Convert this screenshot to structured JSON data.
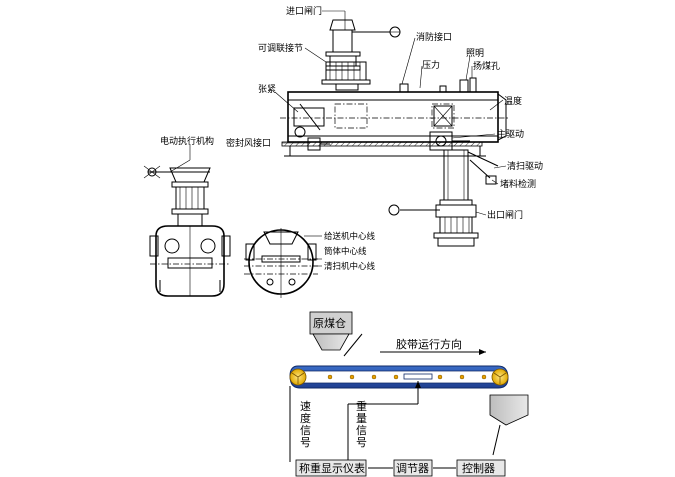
{
  "labels": {
    "inlet_gate": "进口闸门",
    "adjustable_joint": "可调联接节",
    "fire_port": "消防接口",
    "lighting": "照明",
    "pressure": "压力",
    "coal_hole": "扬煤孔",
    "tension": "张紧",
    "temperature": "温度",
    "seal_air_port": "密封风接口",
    "main_drive": "主驱动",
    "cleaning_drive": "清扫驱动",
    "blockage_detect": "堵料检测",
    "electric_actuator": "电动执行机构",
    "outlet_gate": "出口闸门",
    "feeder_centerline": "给送机中心线",
    "cylinder_centerline": "筒体中心线",
    "cleaner_centerline": "清扫机中心线"
  },
  "flow": {
    "raw_bin": "原煤仓",
    "belt_direction": "胶带运行方向",
    "speed_signal": "速度信号",
    "weight_signal": "重量信号",
    "display": "称重显示仪表",
    "regulator": "调节器",
    "controller": "控制器"
  }
}
